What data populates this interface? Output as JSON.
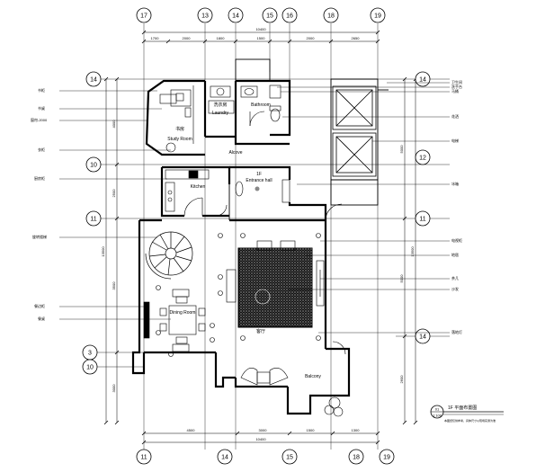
{
  "drawing": {
    "axis_bubbles_top": [
      "17",
      "13",
      "14",
      "15",
      "16",
      "18",
      "19"
    ],
    "axis_bubbles_bottom": [
      "11",
      "14",
      "15",
      "18",
      "19"
    ],
    "axis_bubbles_left": [
      "14",
      "10",
      "11",
      "3",
      "10"
    ],
    "axis_bubbles_right": [
      "14",
      "12",
      "11",
      "14"
    ],
    "top_dims": [
      "1700",
      "2000",
      "1800",
      "1500",
      "2000",
      "2650"
    ],
    "top_total": "10400",
    "bottom_dims": [
      "4500",
      "3000",
      "1500",
      "1300"
    ],
    "bottom_total": "10400",
    "left_dims": [
      "4000",
      "2500",
      "3500",
      "3000"
    ],
    "left_total": "13500",
    "right_dims": [
      "5000",
      "5000",
      "2600"
    ],
    "right_total": "13500",
    "rooms": {
      "study": "Study Room",
      "bathroom": "Bathroom",
      "laundry": "Laundry",
      "kitchen": "Kitchen",
      "alcove": "Alcove",
      "entrance": "Entrance hall",
      "dining": "Dining Room",
      "balcony": "Balcony",
      "chinese_1f": "1F",
      "chinese_study": "书房",
      "chinese_wash": "洗衣房",
      "chinese_living": "客厅"
    },
    "left_labels": [
      "书柜",
      "书桌",
      "窗帘-2000",
      "衣柜",
      "厨房柜",
      "旋转楼梯",
      "餐边柜",
      "餐桌"
    ],
    "right_labels": [
      "卫生间",
      "洗手台",
      "马桶",
      "花洒",
      "电梯",
      "冰箱",
      "电视柜",
      "地毯",
      "茶几",
      "沙发",
      "落地灯"
    ],
    "title": "1F 平面布置图",
    "scale": "1:100",
    "sheet_no": "01",
    "note": "本图纸仅供参考，具体尺寸以现场实测为准"
  }
}
